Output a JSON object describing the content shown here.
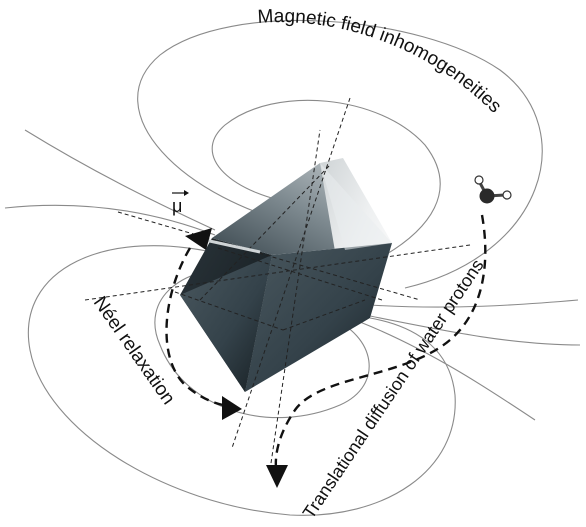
{
  "labels": {
    "field": "Magnetic field inhomogeneities",
    "neel": "Néel relaxation",
    "diffusion": "Translational diffusion of water protons",
    "moment": "μ"
  },
  "colors": {
    "cube_light": "#f2f2f2",
    "cube_mid": "#8f9aa0",
    "cube_dark": "#1e272b",
    "field_lines": "#8a8a8a",
    "text": "#111111"
  },
  "icons": {
    "magnetic_moment": "vector-arrow",
    "water_molecule": "h2o-ball-and-stick"
  }
}
